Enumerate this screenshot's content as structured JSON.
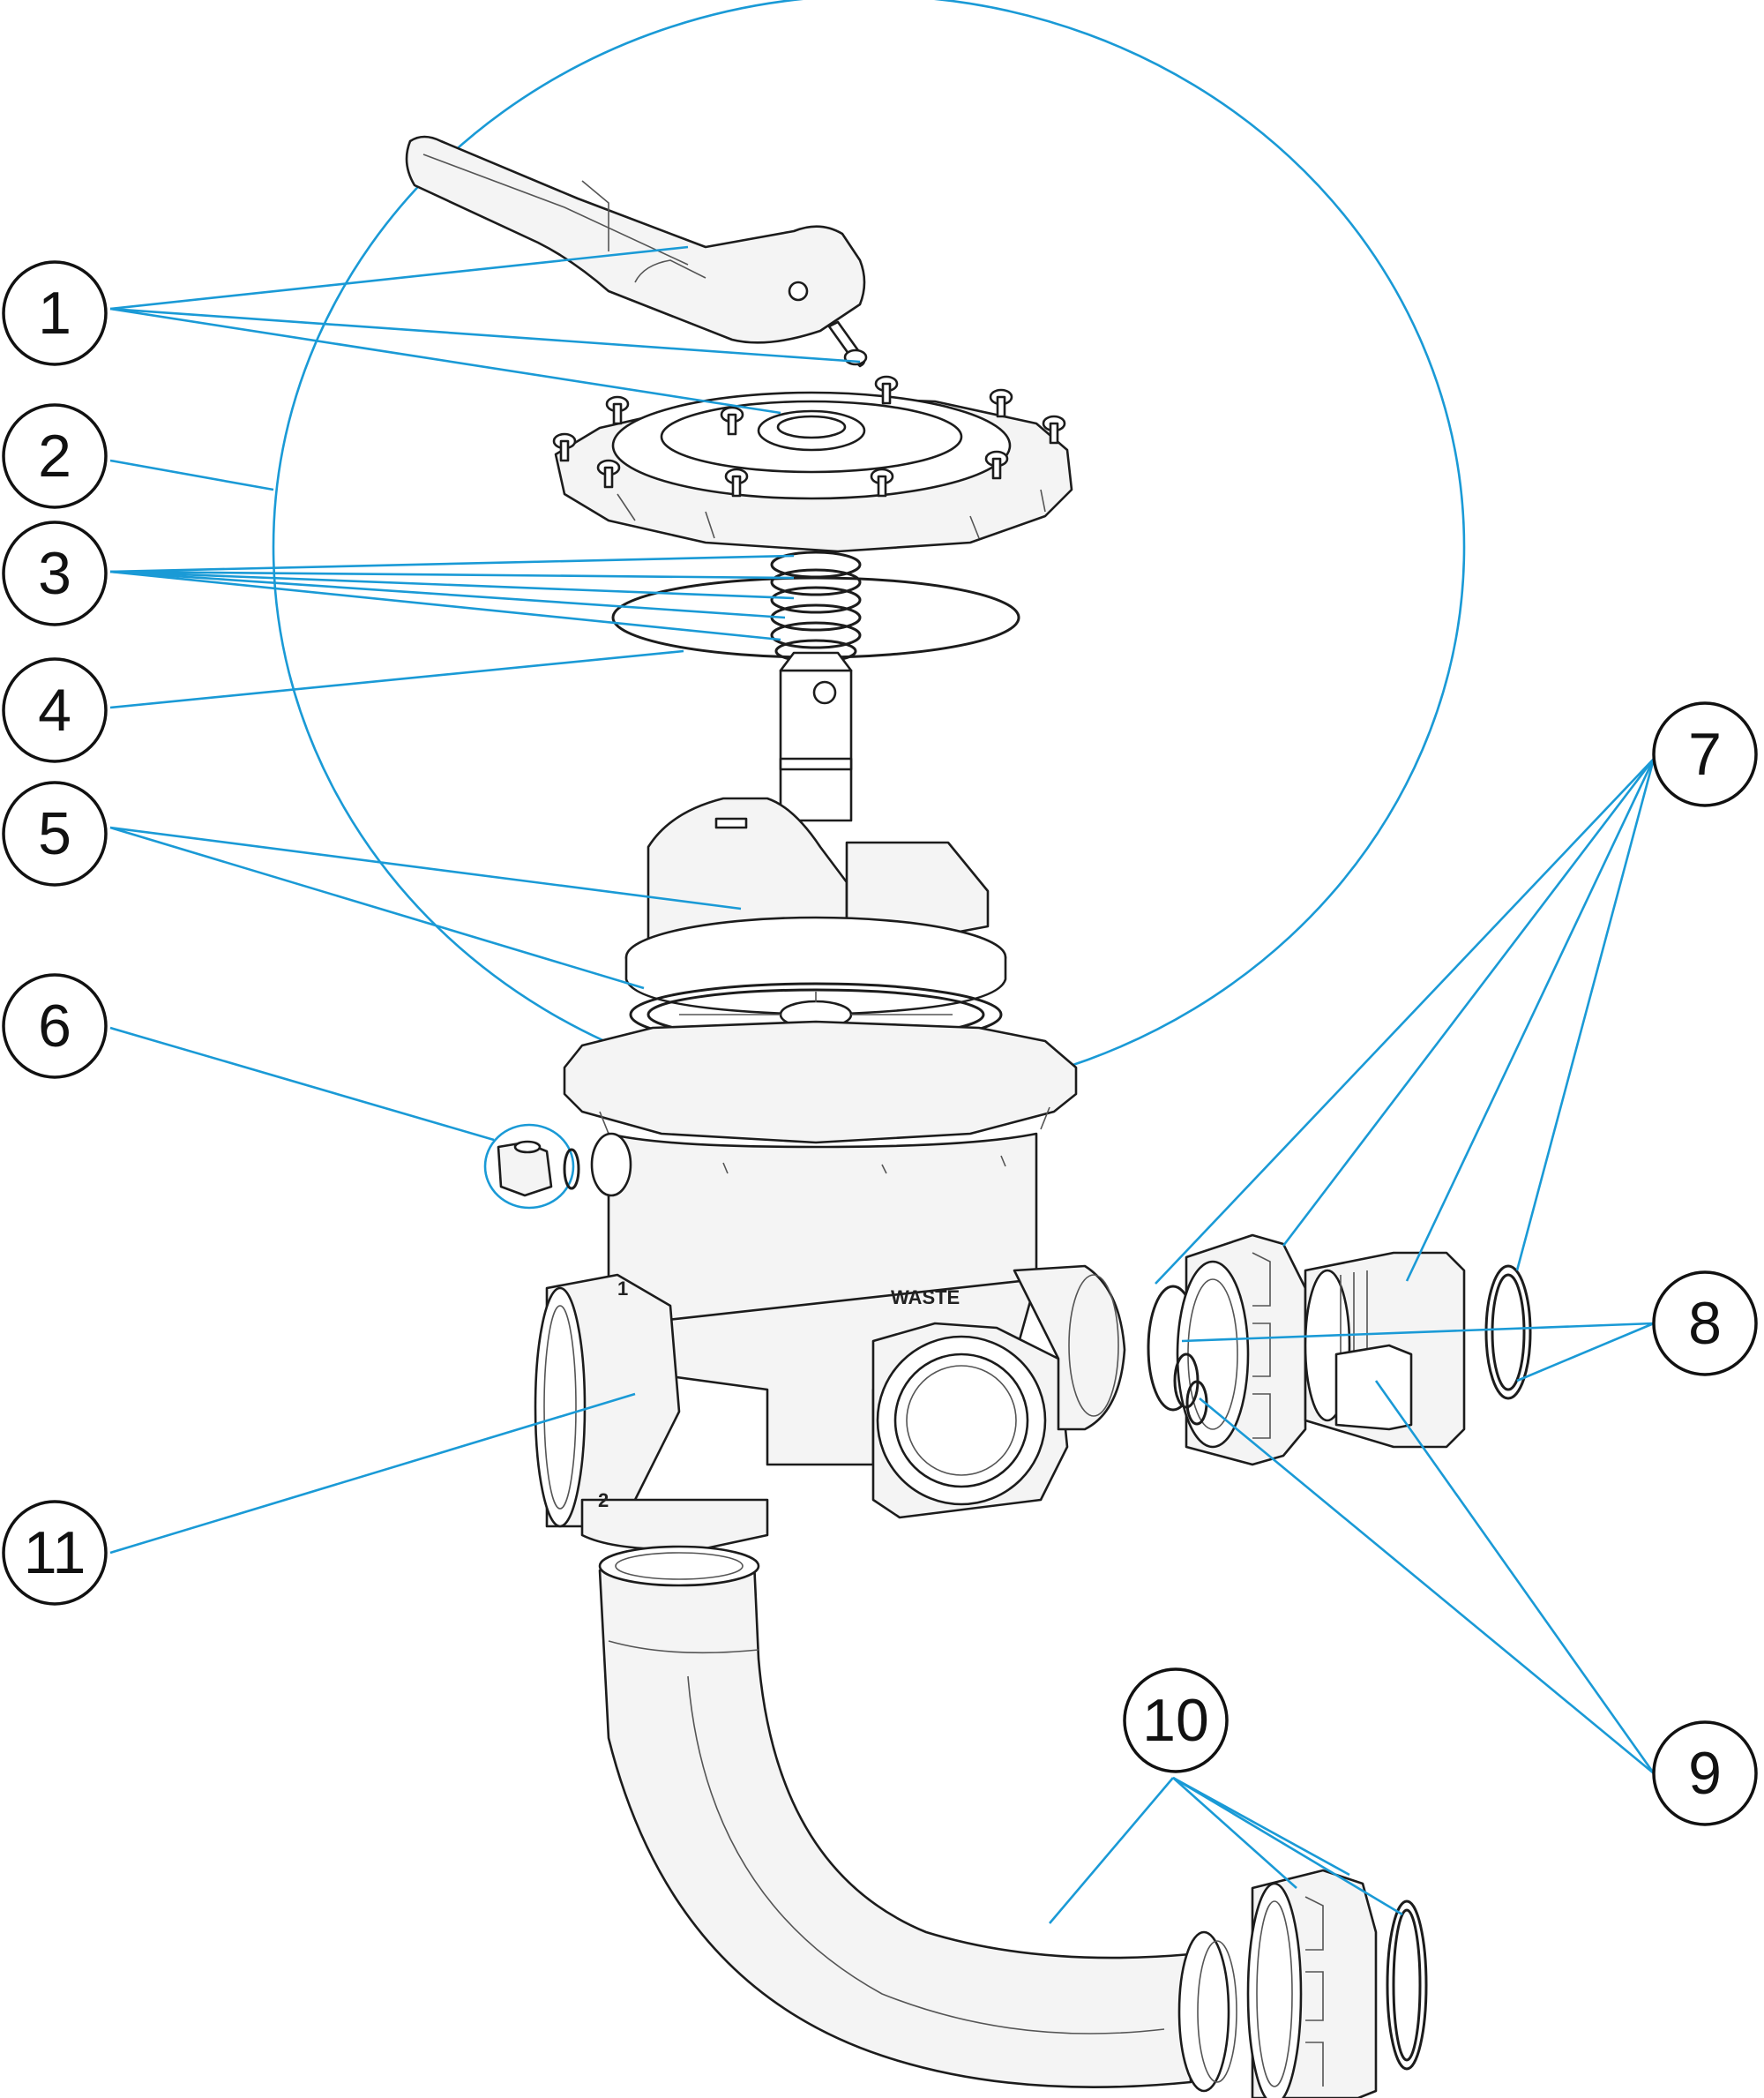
{
  "colors": {
    "leader": "#1a9ad6",
    "outline": "#1c1c1c",
    "background": "#ffffff"
  },
  "callouts": [
    {
      "id": "1",
      "label": "1"
    },
    {
      "id": "2",
      "label": "2"
    },
    {
      "id": "3",
      "label": "3"
    },
    {
      "id": "4",
      "label": "4"
    },
    {
      "id": "5",
      "label": "5"
    },
    {
      "id": "6",
      "label": "6"
    },
    {
      "id": "7",
      "label": "7"
    },
    {
      "id": "8",
      "label": "8"
    },
    {
      "id": "9",
      "label": "9"
    },
    {
      "id": "10",
      "label": "10"
    },
    {
      "id": "11",
      "label": "11"
    }
  ],
  "body_markings": {
    "waste": "WASTE",
    "port_1": "1",
    "port_2": "2"
  }
}
